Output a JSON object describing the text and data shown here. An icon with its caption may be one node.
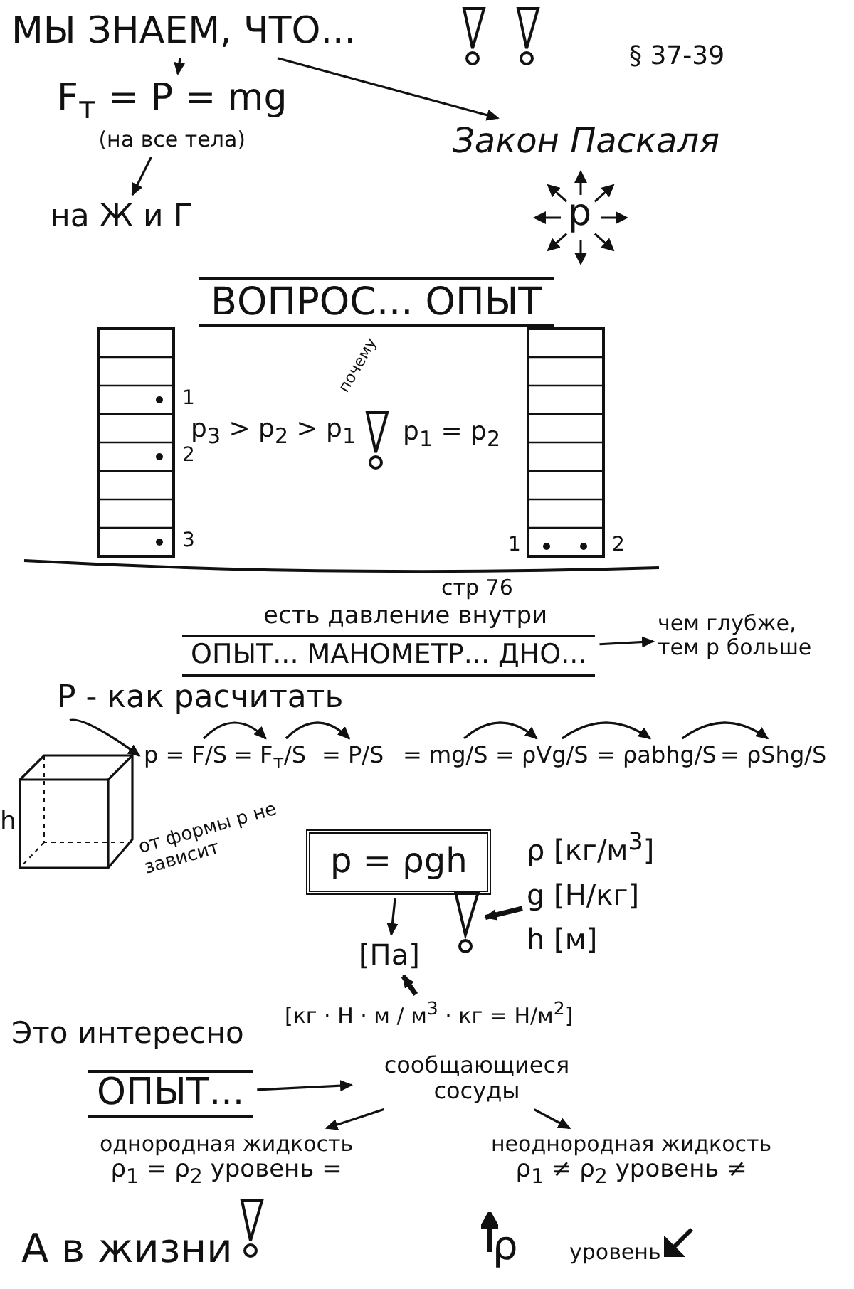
{
  "diagram": {
    "nodes": [
      {
        "text": [
          "МЫ ЗНАЕМ, ЧТО..."
        ]
      },
      {
        "text": [
          "F$_{т}$ = P = mg",
          "(на все тела)"
        ]
      },
      {
        "text": [
          "на Ж и Г"
        ]
      },
      {
        "text": [
          "Закон Паскаля"
        ]
      },
      {
        "text": [
          "ОПЫТ... МАНОМЕТР... ДНО..."
        ]
      },
      {
        "text": [
          "чем глубже, тем p больше"
        ]
      },
      {
        "text": [
          "P - как расчитать"
        ]
      },
      {
        "text": [
          "p = F/S"
        ]
      },
      {
        "text": [
          "= F$_{т}$/S"
        ]
      },
      {
        "text": [
          "= P/S"
        ]
      },
      {
        "text": [
          "= mg/S"
        ]
      },
      {
        "text": [
          "= ρVg/S"
        ]
      },
      {
        "text": [
          "= ρabhg/S"
        ]
      },
      {
        "text": [
          "= ρShg/S"
        ]
      },
      {
        "text": [
          "p = ρgh"
        ]
      },
      {
        "text": [
          "[Па]"
        ]
      },
      {
        "text": [
          "[кг · Н · м / м$^{3}$ · кг = Н/м$^{2}$]"
        ]
      },
      {
        "text": [
          "ρ [кг/м$^{3}$]",
          "g [Н/кг]",
          "h [м]"
        ]
      },
      {
        "text": [],
        "shape": "picture"
      },
      {
        "text": [
          "ОПЫТ..."
        ]
      },
      {
        "text": [
          "сообщающиеся сосуды"
        ]
      },
      {
        "text": [
          "однородная жидкость",
          "ρ$_{1}$ = ρ$_{2}$ уровень ="
        ]
      },
      {
        "text": [
          "неоднородная жидкость",
          "ρ$_{1}$ ≠ ρ$_{2}$ уровень ≠"
        ]
      }
    ],
    "edges": [
      {
        "from": 0,
        "to": 1,
        "arrow": "to"
      },
      {
        "from": 0,
        "to": 3,
        "arrow": "to"
      },
      {
        "from": 1,
        "to": 2,
        "arrow": "to"
      },
      {
        "from": 4,
        "to": 5,
        "arrow": "to"
      },
      {
        "from": 6,
        "to": 7,
        "arrow": "to"
      },
      {
        "from": 7,
        "to": 8,
        "arrow": "to"
      },
      {
        "from": 8,
        "to": 9,
        "arrow": "to"
      },
      {
        "from": 10,
        "to": 11,
        "arrow": "to"
      },
      {
        "from": 11,
        "to": 12,
        "arrow": "to"
      },
      {
        "from": 12,
        "to": 13,
        "arrow": "to"
      },
      {
        "from": 14,
        "to": 15,
        "arrow": "to"
      },
      {
        "from": 16,
        "to": 15,
        "arrow": "to",
        "style": "thick"
      },
      {
        "from": 17,
        "to": 18,
        "arrow": "to",
        "style": "thick"
      },
      {
        "from": 19,
        "to": 20,
        "arrow": "to"
      },
      {
        "from": 20,
        "to": 21,
        "arrow": "to"
      },
      {
        "from": 20,
        "to": 22,
        "arrow": "to"
      }
    ],
    "labels": [
      "§ 37-39",
      "p",
      "ВОПРОС... ОПЫТ",
      "почему",
      "1",
      "2",
      "3",
      "p$_{3}$ > p$_{2}$ > p$_{1}$",
      "p$_{1}$ = p$_{2}$",
      "1",
      "2",
      "стр 76",
      "есть давление внутри",
      "h",
      "от формы p не зависит",
      "Это интересно",
      "А в жизни",
      "ρ",
      "уровень"
    ]
  }
}
